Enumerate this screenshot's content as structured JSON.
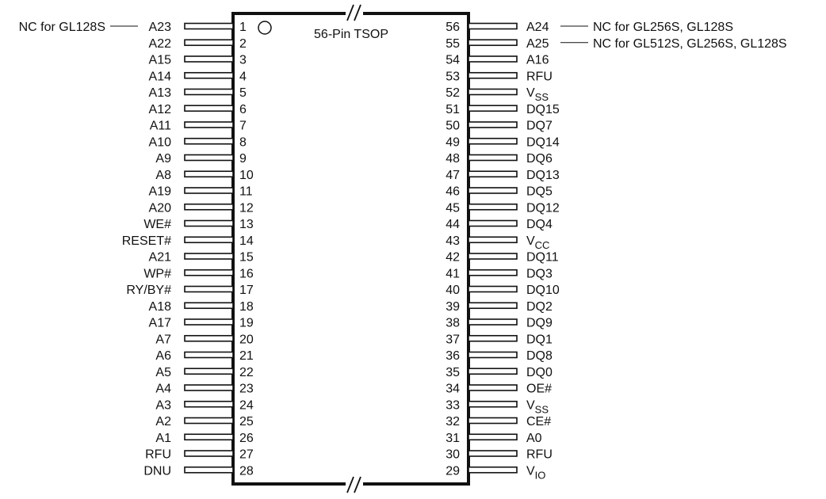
{
  "package": {
    "title": "56-Pin TSOP"
  },
  "left_pins": [
    {
      "num": "1",
      "label": "A23",
      "sub": "",
      "note": "NC for GL128S"
    },
    {
      "num": "2",
      "label": "A22",
      "sub": "",
      "note": ""
    },
    {
      "num": "3",
      "label": "A15",
      "sub": "",
      "note": ""
    },
    {
      "num": "4",
      "label": "A14",
      "sub": "",
      "note": ""
    },
    {
      "num": "5",
      "label": "A13",
      "sub": "",
      "note": ""
    },
    {
      "num": "6",
      "label": "A12",
      "sub": "",
      "note": ""
    },
    {
      "num": "7",
      "label": "A11",
      "sub": "",
      "note": ""
    },
    {
      "num": "8",
      "label": "A10",
      "sub": "",
      "note": ""
    },
    {
      "num": "9",
      "label": "A9",
      "sub": "",
      "note": ""
    },
    {
      "num": "10",
      "label": "A8",
      "sub": "",
      "note": ""
    },
    {
      "num": "11",
      "label": "A19",
      "sub": "",
      "note": ""
    },
    {
      "num": "12",
      "label": "A20",
      "sub": "",
      "note": ""
    },
    {
      "num": "13",
      "label": "WE#",
      "sub": "",
      "note": ""
    },
    {
      "num": "14",
      "label": "RESET#",
      "sub": "",
      "note": ""
    },
    {
      "num": "15",
      "label": "A21",
      "sub": "",
      "note": ""
    },
    {
      "num": "16",
      "label": "WP#",
      "sub": "",
      "note": ""
    },
    {
      "num": "17",
      "label": "RY/BY#",
      "sub": "",
      "note": ""
    },
    {
      "num": "18",
      "label": "A18",
      "sub": "",
      "note": ""
    },
    {
      "num": "19",
      "label": "A17",
      "sub": "",
      "note": ""
    },
    {
      "num": "20",
      "label": "A7",
      "sub": "",
      "note": ""
    },
    {
      "num": "21",
      "label": "A6",
      "sub": "",
      "note": ""
    },
    {
      "num": "22",
      "label": "A5",
      "sub": "",
      "note": ""
    },
    {
      "num": "23",
      "label": "A4",
      "sub": "",
      "note": ""
    },
    {
      "num": "24",
      "label": "A3",
      "sub": "",
      "note": ""
    },
    {
      "num": "25",
      "label": "A2",
      "sub": "",
      "note": ""
    },
    {
      "num": "26",
      "label": "A1",
      "sub": "",
      "note": ""
    },
    {
      "num": "27",
      "label": "RFU",
      "sub": "",
      "note": ""
    },
    {
      "num": "28",
      "label": "DNU",
      "sub": "",
      "note": ""
    }
  ],
  "right_pins": [
    {
      "num": "56",
      "label": "A24",
      "sub": "",
      "note": "NC for GL256S, GL128S"
    },
    {
      "num": "55",
      "label": "A25",
      "sub": "",
      "note": "NC for GL512S, GL256S, GL128S"
    },
    {
      "num": "54",
      "label": "A16",
      "sub": "",
      "note": ""
    },
    {
      "num": "53",
      "label": "RFU",
      "sub": "",
      "note": ""
    },
    {
      "num": "52",
      "label": "V",
      "sub": "SS",
      "note": ""
    },
    {
      "num": "51",
      "label": "DQ15",
      "sub": "",
      "note": ""
    },
    {
      "num": "50",
      "label": "DQ7",
      "sub": "",
      "note": ""
    },
    {
      "num": "49",
      "label": "DQ14",
      "sub": "",
      "note": ""
    },
    {
      "num": "48",
      "label": "DQ6",
      "sub": "",
      "note": ""
    },
    {
      "num": "47",
      "label": "DQ13",
      "sub": "",
      "note": ""
    },
    {
      "num": "46",
      "label": "DQ5",
      "sub": "",
      "note": ""
    },
    {
      "num": "45",
      "label": "DQ12",
      "sub": "",
      "note": ""
    },
    {
      "num": "44",
      "label": "DQ4",
      "sub": "",
      "note": ""
    },
    {
      "num": "43",
      "label": "V",
      "sub": "CC",
      "note": ""
    },
    {
      "num": "42",
      "label": "DQ11",
      "sub": "",
      "note": ""
    },
    {
      "num": "41",
      "label": "DQ3",
      "sub": "",
      "note": ""
    },
    {
      "num": "40",
      "label": "DQ10",
      "sub": "",
      "note": ""
    },
    {
      "num": "39",
      "label": "DQ2",
      "sub": "",
      "note": ""
    },
    {
      "num": "38",
      "label": "DQ9",
      "sub": "",
      "note": ""
    },
    {
      "num": "37",
      "label": "DQ1",
      "sub": "",
      "note": ""
    },
    {
      "num": "36",
      "label": "DQ8",
      "sub": "",
      "note": ""
    },
    {
      "num": "35",
      "label": "DQ0",
      "sub": "",
      "note": ""
    },
    {
      "num": "34",
      "label": "OE#",
      "sub": "",
      "note": ""
    },
    {
      "num": "33",
      "label": "V",
      "sub": "SS",
      "note": ""
    },
    {
      "num": "32",
      "label": "CE#",
      "sub": "",
      "note": ""
    },
    {
      "num": "31",
      "label": "A0",
      "sub": "",
      "note": ""
    },
    {
      "num": "30",
      "label": "RFU",
      "sub": "",
      "note": ""
    },
    {
      "num": "29",
      "label": "V",
      "sub": "IO",
      "note": ""
    }
  ]
}
